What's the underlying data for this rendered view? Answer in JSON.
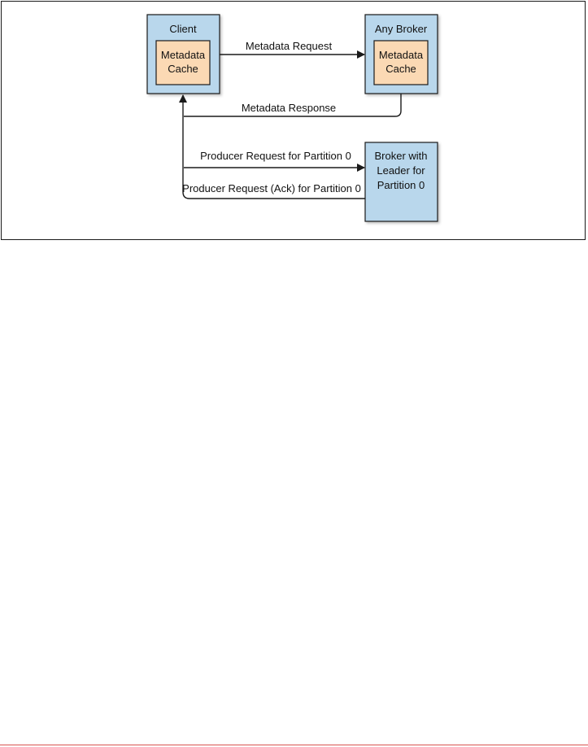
{
  "diagram": {
    "client": {
      "label": "Client",
      "cache_line1": "Metadata",
      "cache_line2": "Cache"
    },
    "any_broker": {
      "label": "Any Broker",
      "cache_line1": "Metadata",
      "cache_line2": "Cache"
    },
    "leader_broker": {
      "line1": "Broker with",
      "line2": "Leader for",
      "line3": "Partition 0"
    },
    "arrows": {
      "metadata_request": "Metadata Request",
      "metadata_response": "Metadata Response",
      "producer_request": "Producer Request for Partition 0",
      "producer_ack": "Producer Request (Ack) for Partition 0"
    },
    "colors": {
      "broker_fill": "#b9d7ec",
      "cache_fill": "#fbd9b4",
      "stroke": "#1a1a1a"
    }
  }
}
